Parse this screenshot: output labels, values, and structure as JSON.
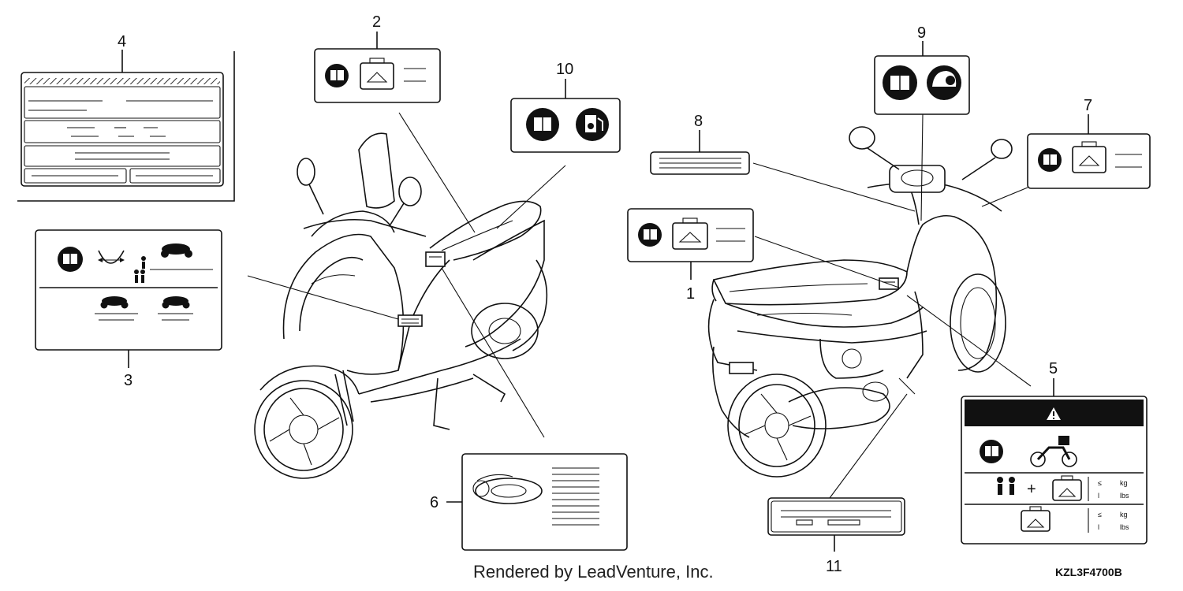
{
  "callouts": {
    "c1": "1",
    "c2": "2",
    "c3": "3",
    "c4": "4",
    "c5": "5",
    "c6": "6",
    "c7": "7",
    "c8": "8",
    "c9": "9",
    "c10": "10",
    "c11": "11"
  },
  "label5": {
    "row1_a": "≤",
    "row1_b": "kg",
    "row1_c": "l",
    "row1_d": "lbs",
    "row2_a": "≤",
    "row2_b": "kg",
    "row2_c": "l",
    "row2_d": "lbs"
  },
  "footer": {
    "watermark": "Rendered by LeadVenture, Inc.",
    "diagram_code": "KZL3F4700B"
  },
  "icons": [
    "manual-icon",
    "luggage-icon",
    "tire-pressure-icon",
    "motorcycle-icon",
    "helmet-icon",
    "fuel-icon",
    "warning-icon",
    "rider-icon",
    "passenger-icon"
  ]
}
